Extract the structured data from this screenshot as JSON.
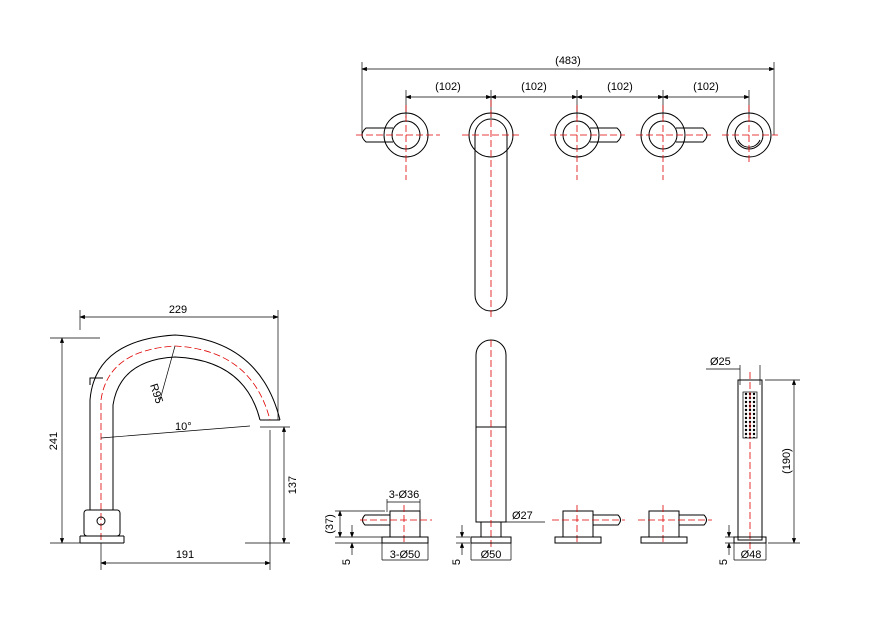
{
  "colors": {
    "outline": "#000000",
    "centerline": "#e00000",
    "background": "#ffffff"
  },
  "top_view": {
    "overall": "(483)",
    "spacing": [
      "(102)",
      "(102)",
      "(102)",
      "(102)"
    ]
  },
  "spout_side": {
    "width": "229",
    "radius": "R95",
    "angle": "10°",
    "height": "241",
    "spout_height": "137",
    "reach": "191"
  },
  "valves": {
    "handle_height": "(37)",
    "base_thickness": "5",
    "handle_diameter": "3-Ø36",
    "base_diameter": "3-Ø50"
  },
  "diverter": {
    "base_thickness": "5",
    "stem_diameter": "Ø27",
    "base_diameter": "Ø50"
  },
  "handshower": {
    "handle_diameter": "Ø25",
    "length": "(190)",
    "base_thickness": "5",
    "base_diameter": "Ø48"
  }
}
